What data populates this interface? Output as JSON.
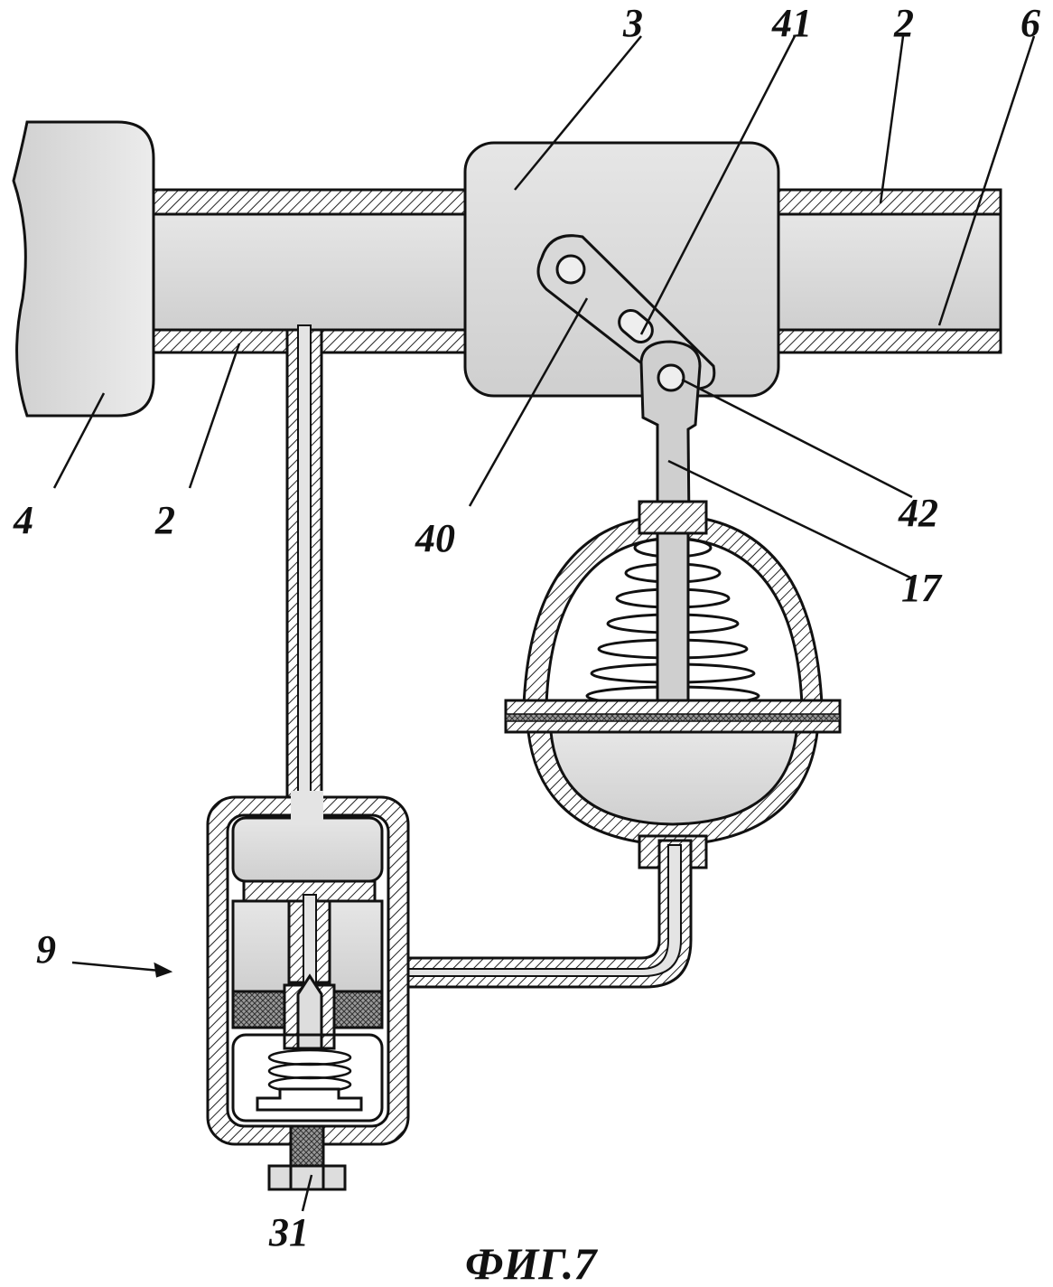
{
  "figure": {
    "caption": "ФИГ.7",
    "labels": {
      "l3": "3",
      "l41": "41",
      "l2_top": "2",
      "l6": "6",
      "l4": "4",
      "l2_bottom": "2",
      "l40": "40",
      "l42": "42",
      "l17": "17",
      "l9": "9",
      "l31": "31"
    }
  }
}
